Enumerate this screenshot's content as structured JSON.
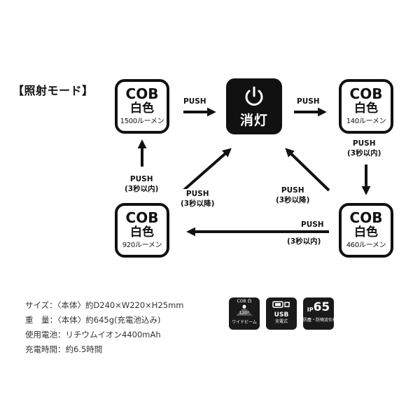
{
  "heading": "【照射モード】",
  "modes": {
    "m1500": {
      "line1": "COB",
      "line2": "白色",
      "lumens": "1500ルーメン"
    },
    "m140": {
      "line1": "COB",
      "line2": "白色",
      "lumens": "140ルーメン"
    },
    "m460": {
      "line1": "COB",
      "line2": "白色",
      "lumens": "460ルーメン"
    },
    "m920": {
      "line1": "COB",
      "line2": "白色",
      "lumens": "920ルーメン"
    }
  },
  "off_button": {
    "label": "消灯",
    "icon": "power-icon"
  },
  "transitions": {
    "to_140": {
      "line1": "PUSH"
    },
    "to_1500_from_off": {
      "line1": "PUSH"
    },
    "to_460": {
      "line1": "PUSH",
      "line2": "(3秒以内)"
    },
    "to_920": {
      "line1": "PUSH",
      "line2": "(3秒以内)"
    },
    "to_1500": {
      "line1": "PUSH",
      "line2": "(3秒以内)"
    },
    "off_from_920": {
      "line1": "PUSH",
      "line2": "(3秒以降)"
    },
    "off_from_460": {
      "line1": "PUSH",
      "line2": "(3秒以降)"
    }
  },
  "specs": [
    "サイズ：〈本体〉約D240×W220×H25mm",
    "重　量：〈本体〉約645g(充電池込み)",
    "使用電池：リチウムイオン4400mAh",
    "充電時間：約6.5時間"
  ],
  "badges": {
    "cob": {
      "top": "COB 白",
      "angle": "120°",
      "bottom": "ワイドビーム"
    },
    "usb": {
      "label": "USB",
      "bottom": "充電式"
    },
    "ip": {
      "prefix": "IP",
      "number": "65",
      "bottom": "防塵・防噴流仕様"
    }
  },
  "colors": {
    "ink": "#111111",
    "background": "#ffffff"
  }
}
